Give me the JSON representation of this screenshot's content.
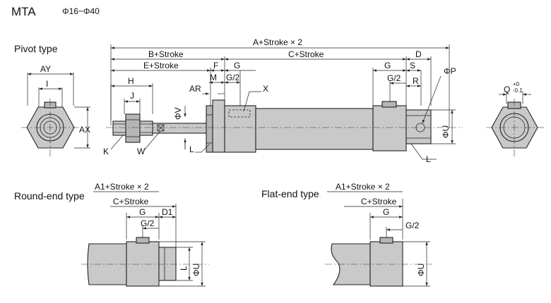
{
  "header": {
    "model": "MTA",
    "bore_range": "Φ16~Φ40"
  },
  "sections": {
    "pivot": "Pivot type",
    "round_end": "Round-end type",
    "flat_end": "Flat-end type"
  },
  "pivot_dims": {
    "a_stroke": "A+Stroke × 2",
    "b_stroke": "B+Stroke",
    "c_stroke": "C+Stroke",
    "d": "D",
    "e_stroke": "E+Stroke",
    "f": "F",
    "g": "G",
    "m": "M",
    "g_half": "G/2",
    "ar": "AR",
    "x": "X",
    "h": "H",
    "j": "J",
    "v": "ΦV",
    "k": "K",
    "w": "W",
    "l": "L",
    "g_right": "G",
    "s": "S",
    "p": "ΦP",
    "g_half_right": "G/2",
    "r": "R",
    "u": "ΦU",
    "l_right": "L",
    "ay": "AY",
    "i": "I",
    "ax": "AX",
    "q": "Q",
    "q_tol_upper": "+0",
    "q_tol_lower": "-0.1"
  },
  "round_dims": {
    "a1_stroke": "A1+Stroke × 2",
    "c_stroke": "C+Stroke",
    "g": "G",
    "d1": "D1",
    "g_half": "G/2",
    "l": "L",
    "u": "ΦU"
  },
  "flat_dims": {
    "a1_stroke": "A1+Stroke × 2",
    "c_stroke": "C+Stroke",
    "g": "G",
    "g_half": "G/2",
    "u": "ΦU"
  }
}
